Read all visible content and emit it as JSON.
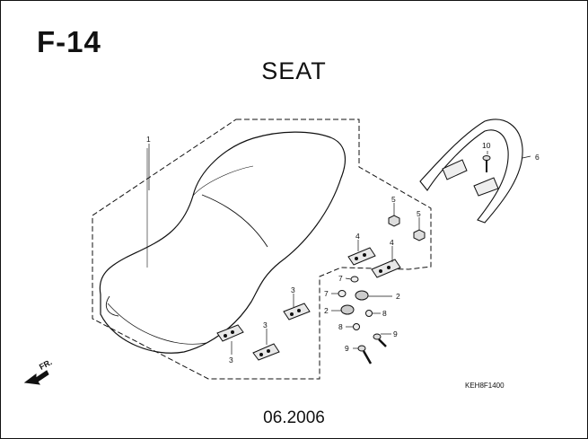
{
  "figure": {
    "code": "F-14",
    "title": "SEAT",
    "part_code": "KEH8F1400",
    "edition": "06.2006",
    "direction_label": "FR."
  },
  "callouts": {
    "seat": "1",
    "cushion_a": "2",
    "cushion_b": "2",
    "rubber_block_a": "3",
    "rubber_block_b": "3",
    "rubber_block_c": "3",
    "rubber_block_d": "4",
    "rubber_block_e": "4",
    "nut_a": "5",
    "nut_b": "5",
    "grab_rail": "6",
    "collar_a": "7",
    "collar_b": "7",
    "washer_a": "8",
    "washer_b": "8",
    "bolt_a": "9",
    "bolt_b": "9",
    "rail_bolt": "10"
  },
  "colors": {
    "line": "#111111",
    "background": "#ffffff"
  }
}
